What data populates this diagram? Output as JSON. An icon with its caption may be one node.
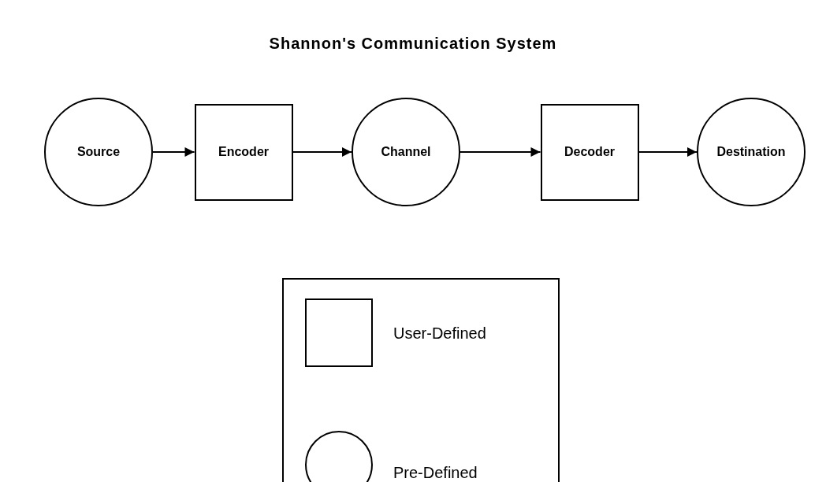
{
  "diagram": {
    "title": "Shannon's Communication System",
    "nodes": [
      {
        "text": [
          "Source"
        ]
      },
      {
        "text": [
          "Encoder"
        ]
      },
      {
        "text": [
          "Channel"
        ]
      },
      {
        "text": [
          "Decoder"
        ]
      },
      {
        "text": [
          "Destination"
        ]
      }
    ],
    "edges": [
      {
        "from": 0,
        "to": 1,
        "arrow": "to"
      },
      {
        "from": 1,
        "to": 2,
        "arrow": "to"
      },
      {
        "from": 2,
        "to": 3,
        "arrow": "to"
      },
      {
        "from": 3,
        "to": 4,
        "arrow": "to"
      }
    ],
    "legend": [
      {
        "text": "User-Defined"
      },
      {
        "text": "Pre-Defined"
      }
    ]
  }
}
